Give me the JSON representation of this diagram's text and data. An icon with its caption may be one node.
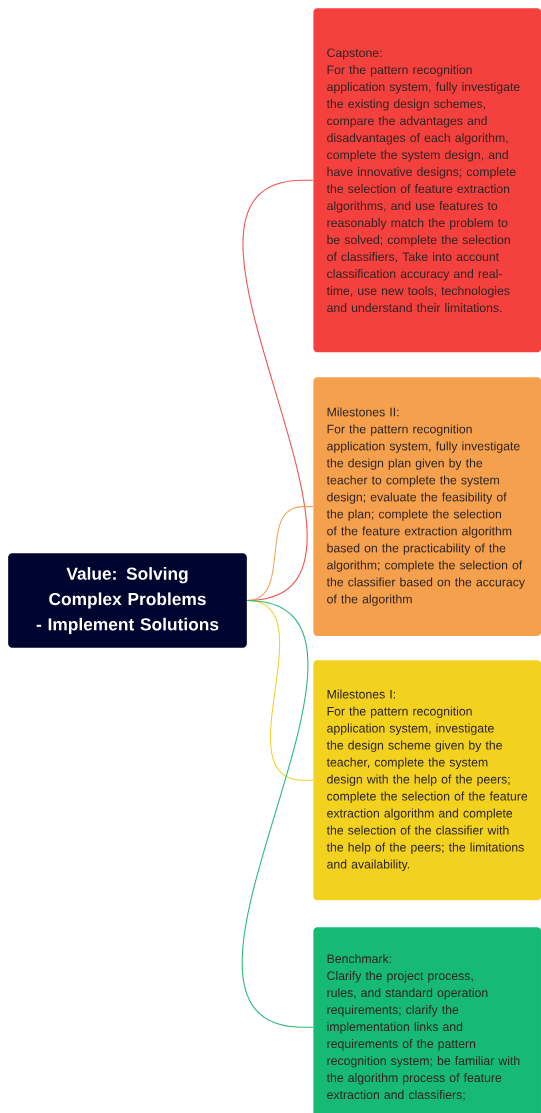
{
  "diagram": {
    "nodes": [
      {
        "text": [
          "Value: Solving Complex Problems - Implement Solutions"
        ]
      },
      {
        "text": [
          "Capstone:",
          "For the pattern recognition application system, fully investigate the existing design schemes, compare the advantages and disadvantages of each algorithm, complete the system design, and have innovative designs; complete the selection of feature extraction algorithms, and use features to reasonably match the problem to be solved; complete the selection of classifiers, Take into account classification accuracy and real-time, use new tools, technologies and understand their limitations."
        ]
      },
      {
        "text": [
          "Milestones II:",
          "For the pattern recognition application system, fully investigate the design plan given by the teacher to complete the system design; evaluate the feasibility of the plan; complete the selection of the feature extraction algorithm based on the practicability of the algorithm; complete the selection of the classifier based on the accuracy of the algorithm"
        ]
      },
      {
        "text": [
          "Milestones I:",
          "For the pattern recognition application system, investigate the design scheme given by the teacher, complete the system design with the help of the peers; complete the selection of the feature extraction algorithm and complete the selection of the classifier with the help of the peers; the limitations and availability."
        ]
      },
      {
        "text": [
          "Benchmark:",
          "Clarify the project process, rules, and standard operation requirements; clarify the implementation links and requirements of the pattern recognition system; be familiar with the algorithm process of feature extraction and classifiers;"
        ]
      }
    ],
    "edges": [
      {
        "from": 0,
        "to": 1,
        "arrow": "none",
        "color": "#f0514c"
      },
      {
        "from": 0,
        "to": 2,
        "arrow": "none",
        "color": "#f5a45a"
      },
      {
        "from": 0,
        "to": 3,
        "arrow": "none",
        "color": "#efd232"
      },
      {
        "from": 0,
        "to": 4,
        "arrow": "none",
        "color": "#27b877"
      }
    ]
  }
}
